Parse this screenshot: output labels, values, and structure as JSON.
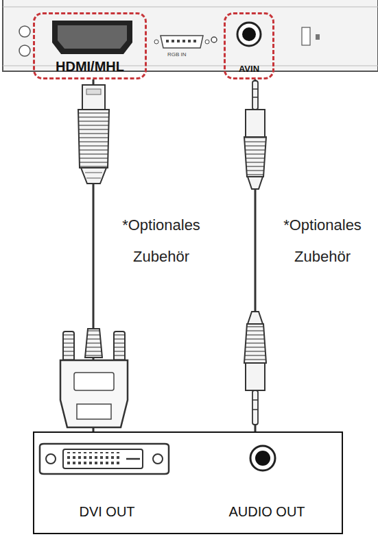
{
  "diagram": {
    "nodes": [
      {
        "text": [
          "HDMI/MHL"
        ]
      },
      {
        "text": [
          "AVIN"
        ]
      },
      {
        "text": [
          "DVI OUT",
          "AUDIO OUT"
        ]
      }
    ],
    "edges": [
      {
        "from": 0,
        "to": 2,
        "arrow": "none",
        "label": "*Optionales Zubehör"
      },
      {
        "from": 1,
        "to": 2,
        "arrow": "none",
        "label": "*Optionales Zubehör"
      }
    ],
    "labels": [
      "RGB IN"
    ]
  }
}
